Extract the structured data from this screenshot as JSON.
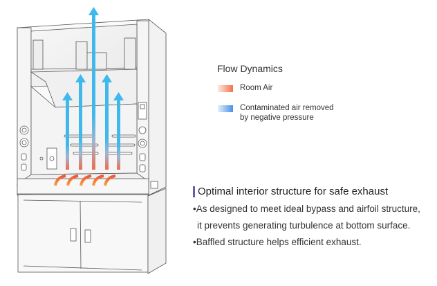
{
  "illustration": {
    "subject": "fume hood cabinet",
    "arrow_colors": {
      "contaminated_air": "#3fb8ec",
      "room_air": "#f4734a"
    },
    "intake_arrow_count": 5,
    "exhaust_arrow_count": 5
  },
  "legend": {
    "title": "Flow Dynamics",
    "items": [
      {
        "label": "Room Air",
        "color_from": "#fde9df",
        "color_to": "#f4734a"
      },
      {
        "label_line1": "Contaminated air removed",
        "label_line2": "by negative pressure",
        "color_from": "#e6f0fc",
        "color_to": "#4a8fe8"
      }
    ]
  },
  "section": {
    "title": "Optimal interior structure for safe exhaust",
    "accent_color": "#6a5aa8",
    "bullets": [
      {
        "line1": "•As designed to meet ideal bypass and airfoil structure,",
        "line2": "it prevents generating turbulence at bottom surface."
      },
      {
        "line1": "•Baffled structure helps efficient exhaust."
      }
    ]
  }
}
